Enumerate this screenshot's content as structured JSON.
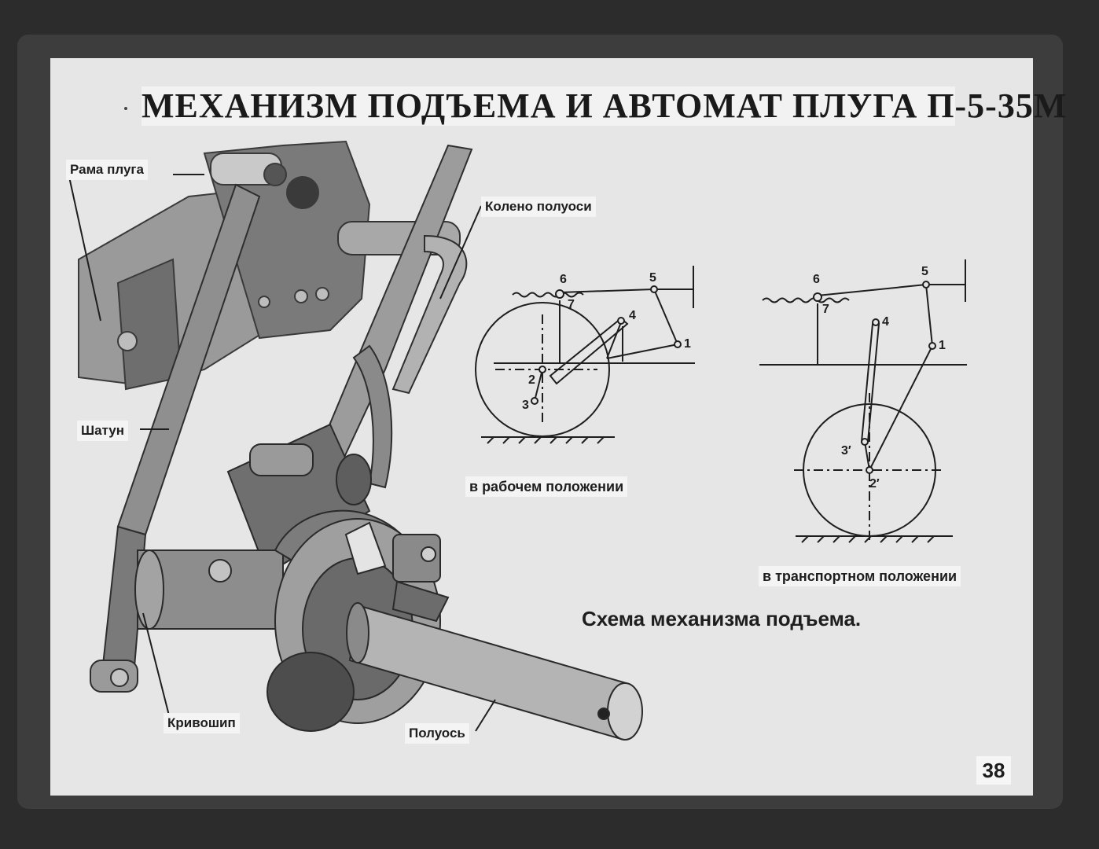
{
  "title": "МЕХАНИЗМ ПОДЪЕМА И АВТОМАТ ПЛУГА П-5-35М",
  "labels": {
    "frame": "Рама плуга",
    "axle_knee": "Колено полуоси",
    "connecting_rod": "Шатун",
    "crank": "Кривошип",
    "half_axle": "Полуось"
  },
  "working": {
    "caption": "в рабочем положении",
    "points": [
      "1",
      "2",
      "3",
      "4",
      "5",
      "6",
      "7"
    ]
  },
  "transport": {
    "caption": "в транспортном положении",
    "points": [
      "1",
      "2′",
      "3′",
      "4",
      "5",
      "6",
      "7"
    ]
  },
  "scheme_caption": "Схема механизма подъема.",
  "page_number": "38",
  "colors": {
    "background": "#2c2c2c",
    "slide": "#e6e6e6",
    "ink": "#1e1e1e"
  }
}
